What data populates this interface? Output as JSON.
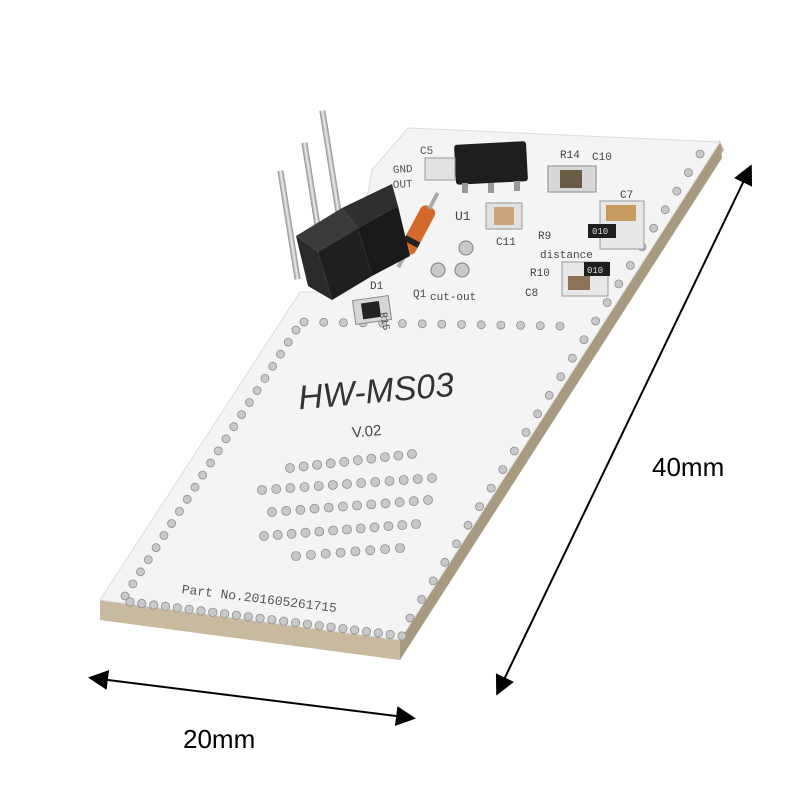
{
  "board": {
    "model": "HW-MS03",
    "version": "V.02",
    "part_number": "Part No.201605261715",
    "silkscreen": {
      "pin_gnd": "GND",
      "pin_out": "OUT",
      "u1": "U1",
      "c11": "C11",
      "r9": "R9",
      "distance": "distance",
      "r14": "R14",
      "c10": "C10",
      "c7": "C7",
      "r10": "R10",
      "c8": "C8",
      "d1": "D1",
      "q1": "Q1",
      "cut_out": "cut-out",
      "r15": "R15",
      "c5": "C5",
      "chip_code_1": "010",
      "chip_code_2": "010"
    }
  },
  "dimensions": {
    "height_label": "40mm",
    "width_label": "20mm"
  },
  "colors": {
    "board": "#f4f4f4",
    "board_edge": "#b9ab92",
    "pad": "#c9c9c9",
    "header": "#2a2a2a",
    "pin": "#c8c8c8",
    "diode": "#d36a2a",
    "arrow": "#000000"
  }
}
